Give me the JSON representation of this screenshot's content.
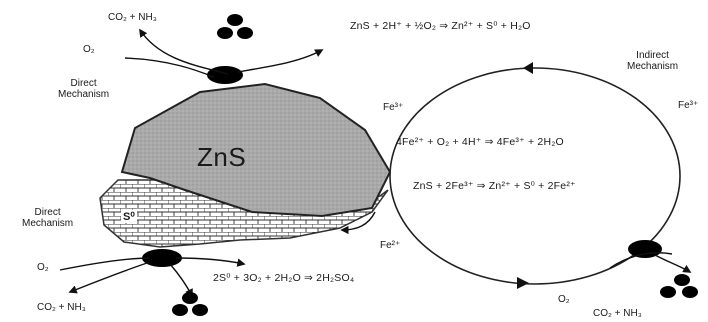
{
  "zns_label": "ZnS",
  "sulfur_layer_label": "S⁰",
  "mechanisms": {
    "direct_top": [
      "Direct",
      "Mechanism"
    ],
    "direct_bottom": [
      "Direct",
      "Mechanism"
    ],
    "indirect": [
      "Indirect",
      "Mechanism"
    ]
  },
  "species": {
    "co2_nh3_top": "CO₂ + NH₃",
    "o2_top": "O₂",
    "o2_bottom": "O₂",
    "co2_nh3_bottom": "CO₂ + NH₃",
    "fe3_left": "Fe³⁺",
    "fe3_right": "Fe³⁺",
    "fe2_bottom": "Fe²⁺",
    "o2_right": "O₂",
    "co2_nh3_right": "CO₂ + NH₃"
  },
  "equations": {
    "top": "ZnS + 2H⁺ + ½O₂ ⇒ Zn²⁺ + S⁰ + H₂O",
    "middle": "4Fe²⁺ + O₂ + 4H⁺ ⇒ 4Fe³⁺ + 2H₂O",
    "lower": "ZnS + 2Fe³⁺ ⇒ Zn²⁺ + S⁰ + 2Fe²⁺",
    "bottom": "2S⁰ + 3O₂ + 2H₂O ⇒ 2H₂SO₄"
  }
}
